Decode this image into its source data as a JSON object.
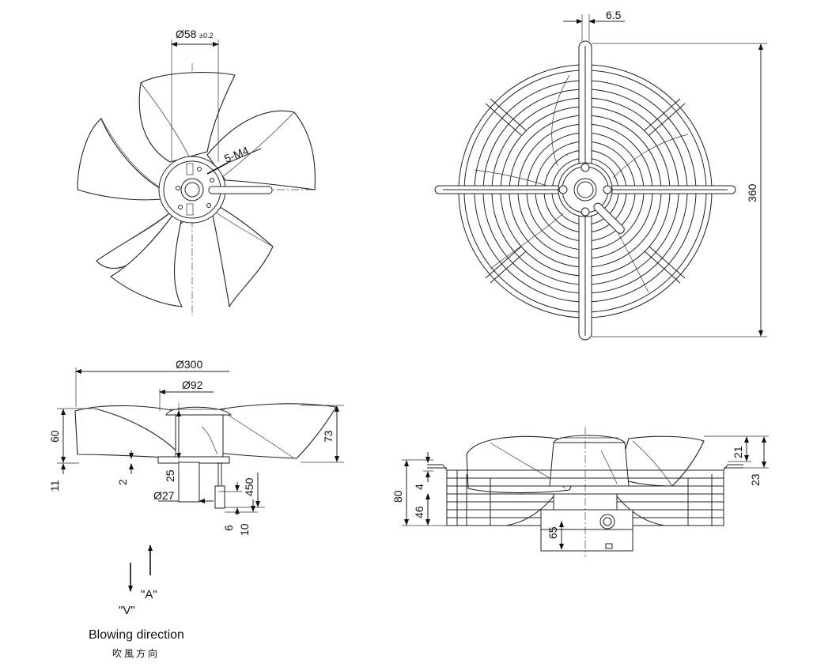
{
  "views": {
    "front": {
      "dim_diameter": "Ø58",
      "dim_tolerance": "±0.2",
      "dim_thread": "5-M4"
    },
    "rear": {
      "dim_width": "6.5",
      "dim_height": "360"
    },
    "side": {
      "dim_d300": "Ø300",
      "dim_d92": "Ø92",
      "dim_d27": "Ø27",
      "dim_60": "60",
      "dim_11": "11",
      "dim_2": "2",
      "dim_25": "25",
      "dim_73": "73",
      "dim_450": "450",
      "dim_6": "6",
      "dim_10": "10"
    },
    "guard_side": {
      "dim_80": "80",
      "dim_4": "4",
      "dim_46": "46",
      "dim_65": "65",
      "dim_21": "21",
      "dim_23": "23"
    }
  },
  "legend": {
    "label_a": "\"A\"",
    "label_v": "\"V\"",
    "title_en": "Blowing direction",
    "title_cn": "吹風方向"
  }
}
